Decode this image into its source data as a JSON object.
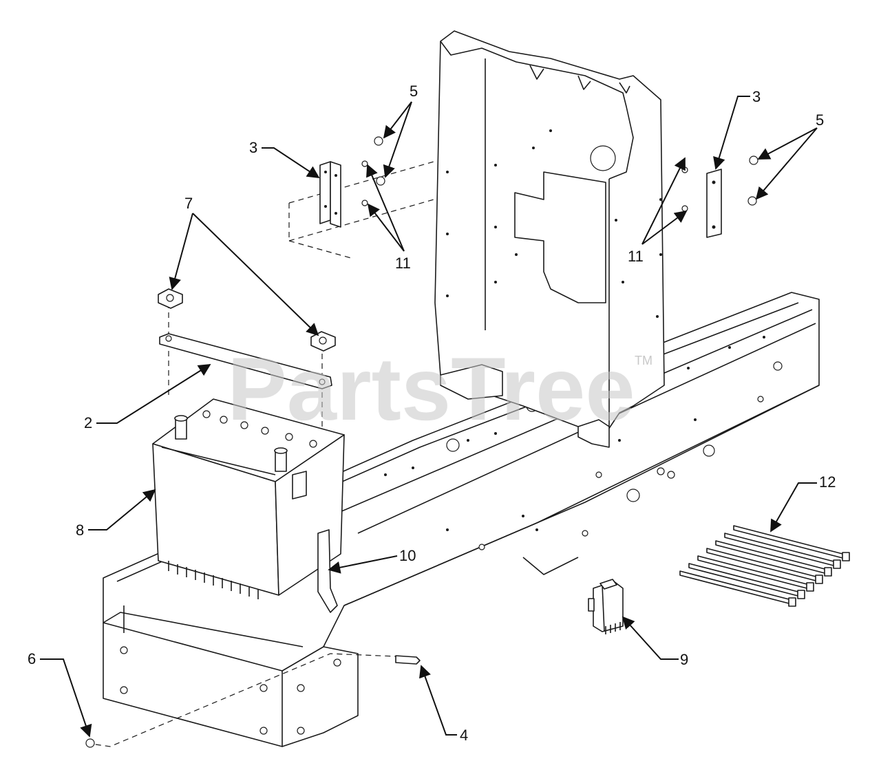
{
  "watermark": {
    "text": "PartsTree",
    "tm": "TM"
  },
  "callouts": {
    "c2": "2",
    "c3_left": "3",
    "c3_right": "3",
    "c4": "4",
    "c5_left": "5",
    "c5_right": "5",
    "c6": "6",
    "c7": "7",
    "c8": "8",
    "c9": "9",
    "c10": "10",
    "c11_left": "11",
    "c11_right": "11",
    "c12": "12"
  }
}
